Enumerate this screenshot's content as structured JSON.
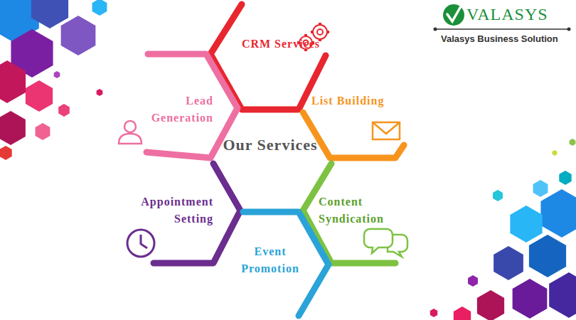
{
  "diagram": {
    "title": "Our Services",
    "nodes": [
      {
        "text": [
          "CRM Services"
        ]
      },
      {
        "text": [
          "Lead Generation"
        ]
      },
      {
        "text": [
          "List Building"
        ]
      },
      {
        "text": [
          "Appointment Setting"
        ]
      },
      {
        "text": [
          "Content Syndication"
        ]
      },
      {
        "text": [
          "Event Promotion"
        ]
      }
    ],
    "labels": [
      "VALASYS",
      "Valasys Business Solution"
    ]
  }
}
